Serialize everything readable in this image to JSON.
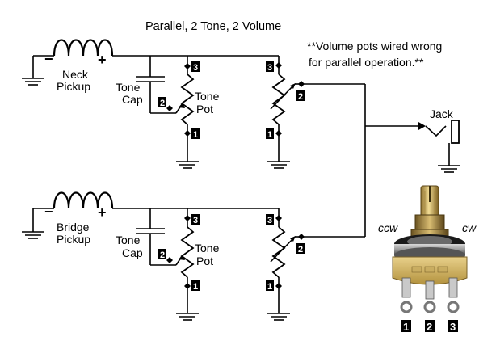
{
  "diagram": {
    "title": "Parallel, 2 Tone, 2 Volume",
    "note_line1": "**Volume pots wired wrong",
    "note_line2": "for parallel operation.**",
    "jack_label": "Jack",
    "neck": {
      "pickup_line1": "Neck",
      "pickup_line2": "Pickup",
      "cap_line1": "Tone",
      "cap_line2": "Cap",
      "pot_line1": "Tone",
      "pot_line2": "Pot",
      "minus": "−",
      "plus": "+"
    },
    "bridge": {
      "pickup_line1": "Bridge",
      "pickup_line2": "Pickup",
      "cap_line1": "Tone",
      "cap_line2": "Cap",
      "pot_line1": "Tone",
      "pot_line2": "Pot",
      "minus": "−",
      "plus": "+"
    },
    "pins": {
      "p1": "1",
      "p2": "2",
      "p3": "3"
    },
    "pot_photo": {
      "ccw": "ccw",
      "cw": "cw"
    }
  }
}
